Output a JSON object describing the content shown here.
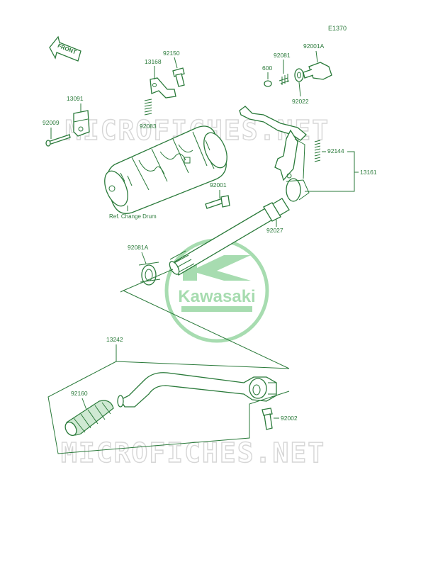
{
  "diagram_code": "E1370",
  "front_arrow": {
    "text": "FRONT",
    "icon": "front-arrow-icon"
  },
  "watermark": {
    "text": "MICROFICHES.NET"
  },
  "logo": {
    "text": "Kawasaki",
    "icon": "kawasaki-k-logo-icon"
  },
  "colors": {
    "line": "#2a7a3a",
    "watermark": "#d6d6d6",
    "logo": "#a7dcb0"
  },
  "labels": {
    "p13091": "13091",
    "p92009": "92009",
    "p13168": "13168",
    "p92150": "92150",
    "p92083": "92083",
    "p600": "600",
    "p92081": "92081",
    "p92001A": "92001A",
    "p92022": "92022",
    "p92144": "92144",
    "p13161": "13161",
    "p92001": "92001",
    "ref_drum": "Ref. Change Drum",
    "p92027": "92027",
    "p92081A": "92081A",
    "p13242": "13242",
    "p92160": "92160",
    "p92002": "92002"
  }
}
